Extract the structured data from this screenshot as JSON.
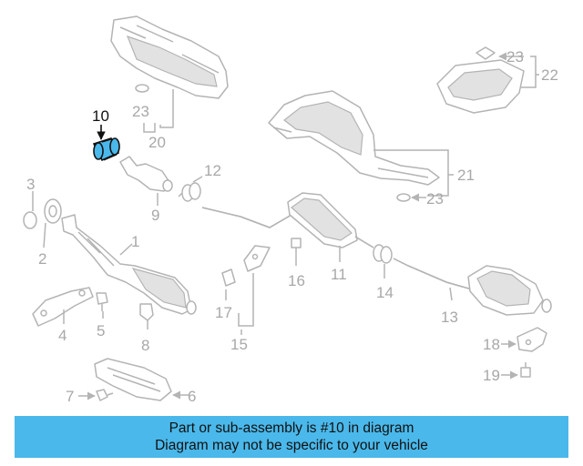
{
  "callouts": {
    "c1": "1",
    "c2": "2",
    "c3": "3",
    "c4": "4",
    "c5": "5",
    "c6": "6",
    "c7": "7",
    "c8": "8",
    "c9": "9",
    "c10": "10",
    "c11": "11",
    "c12": "12",
    "c13": "13",
    "c14": "14",
    "c15": "15",
    "c16": "16",
    "c17": "17",
    "c18": "18",
    "c19": "19",
    "c20": "20",
    "c21": "21",
    "c22": "22",
    "c23a": "23",
    "c23b": "23",
    "c23c": "23"
  },
  "highlight": {
    "part_number": "10",
    "color": "#4ab8ea"
  },
  "banner": {
    "line1": "Part or sub-assembly is #10 in diagram",
    "line2": "Diagram may not be specific to your vehicle",
    "background": "#4ab8ea"
  }
}
